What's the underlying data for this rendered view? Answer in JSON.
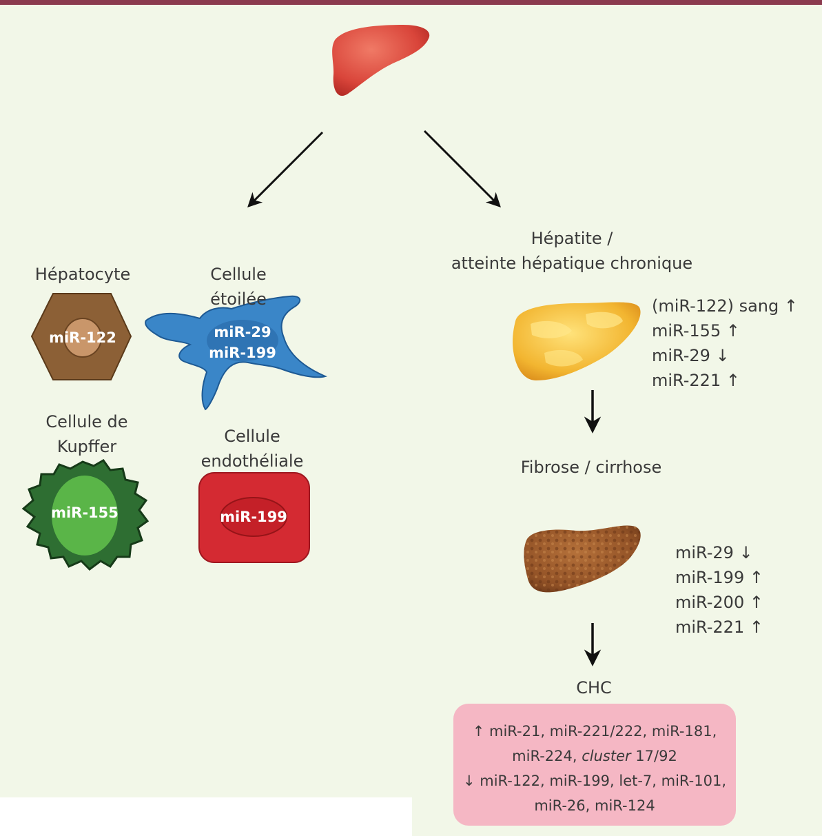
{
  "diagram": {
    "cell_types": {
      "hepatocyte": {
        "label": "Hépatocyte",
        "mirna": "miR-122"
      },
      "stellate": {
        "label_line1": "Cellule",
        "label_line2": "étoilée",
        "mirna_line1": "miR-29",
        "mirna_line2": "miR-199"
      },
      "kupffer": {
        "label_line1": "Cellule de",
        "label_line2": "Kupffer",
        "mirna": "miR-155"
      },
      "endothelial": {
        "label_line1": "Cellule",
        "label_line2": "endothéliale",
        "mirna": "miR-199"
      }
    },
    "progression": {
      "hepatitis": {
        "label_line1": "Hépatite /",
        "label_line2": "atteinte hépatique chronique",
        "markers": [
          "(miR-122) sang ↑",
          "miR-155 ↑",
          "miR-29 ↓",
          "miR-221 ↑"
        ]
      },
      "fibrosis": {
        "label": "Fibrose / cirrhose",
        "markers": [
          "miR-29 ↓",
          "miR-199 ↑",
          "miR-200 ↑",
          "miR-221 ↑"
        ]
      },
      "chc": {
        "label": "CHC",
        "up_line1": "↑ miR-21, miR-221/222, miR-181,",
        "up_line2_a": "miR-224, ",
        "up_line2_italic": "cluster",
        "up_line2_b": " 17/92",
        "down_line1": "↓ miR-122, miR-199, let-7, miR-101,",
        "down_line2": "miR-26, miR-124"
      }
    },
    "colors": {
      "background": "#f2f7e8",
      "top_bar": "#8b3a4e",
      "liver_healthy": "#d9453a",
      "liver_hepatitis": "#f0b030",
      "liver_cirrhosis": "#9a5a2e",
      "hepatocyte": "#8c6036",
      "stellate": "#3a86c8",
      "kupffer": "#2e6e32",
      "endothelial": "#d42a32",
      "chc_box": "#f5b7c4"
    }
  }
}
